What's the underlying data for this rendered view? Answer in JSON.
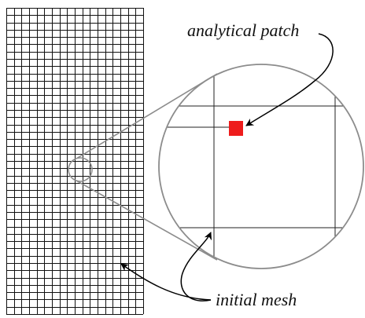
{
  "labels": {
    "patch": "analytical patch",
    "mesh": "initial mesh"
  },
  "mesh": {
    "columns": 18,
    "rows": 42
  },
  "colors": {
    "mesh_lines": "#111111",
    "zoom_circle": "#8c8c8c",
    "patch_fill": "#ee1c1c",
    "arrows": "#000000"
  }
}
